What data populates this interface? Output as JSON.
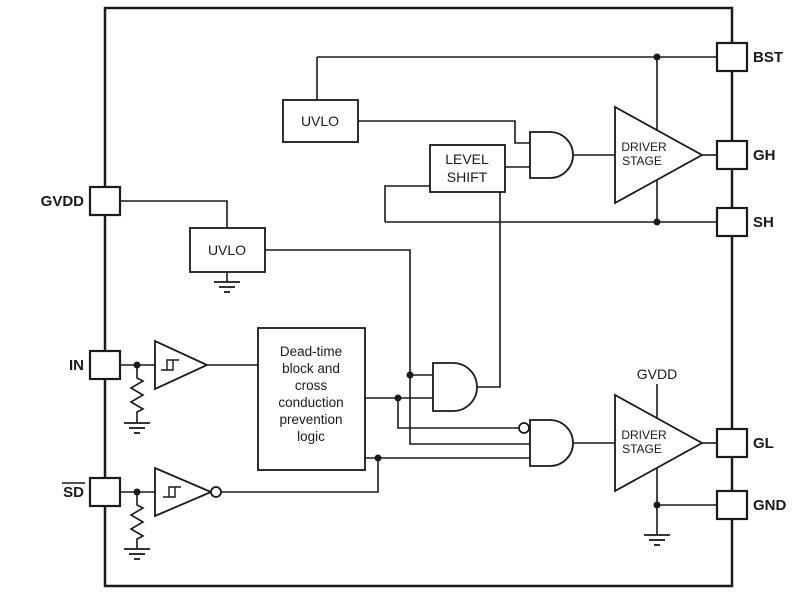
{
  "colors": {
    "line": "#1a1a1a",
    "background": "#ffffff"
  },
  "pins": {
    "gvdd": "GVDD",
    "in": "IN",
    "sd": "SD",
    "bst": "BST",
    "gh": "GH",
    "sh": "SH",
    "gl": "GL",
    "gnd": "GND"
  },
  "blocks": {
    "uvlo_top": "UVLO",
    "uvlo_mid": "UVLO",
    "level_shift_1": "LEVEL",
    "level_shift_2": "SHIFT",
    "deadtime_1": "Dead-time",
    "deadtime_2": "block and",
    "deadtime_3": "cross",
    "deadtime_4": "conduction",
    "deadtime_5": "prevention",
    "deadtime_6": "logic",
    "driver_1": "DRIVER",
    "driver_2": "STAGE",
    "gvdd_rail": "GVDD"
  }
}
